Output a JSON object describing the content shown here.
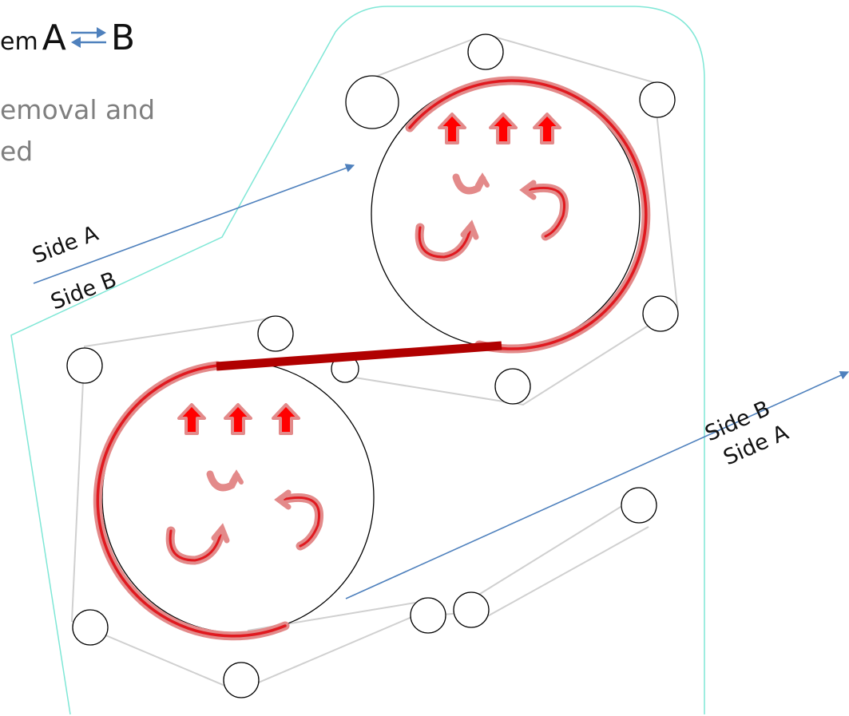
{
  "header": {
    "title_prefix": "em",
    "title_from": "A",
    "title_to": "B",
    "subtitle_line1": "emoval and",
    "subtitle_line2": "ed"
  },
  "labels": {
    "upper_top": "Side A",
    "upper_bottom": "Side B",
    "lower_top": "Side B",
    "lower_bottom": "Side A"
  },
  "colors": {
    "frame": "#7fe7d6",
    "pulley": "#000000",
    "belt": "#d0d0d0",
    "coating": "#e38a8a",
    "coating_core": "#e0191f",
    "nip_bar": "#b00000",
    "arrow_fill": "#ff0000",
    "arrow_outline": "#e38a8a",
    "pointer": "#4f81bd"
  }
}
